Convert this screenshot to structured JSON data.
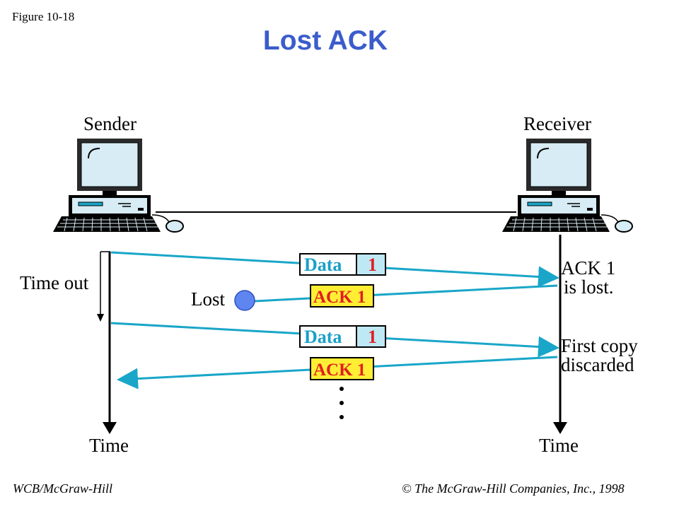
{
  "figure_label": "Figure 10-18",
  "title": "Lost ACK",
  "sender_label": "Sender",
  "receiver_label": "Receiver",
  "timeout_label": "Time out",
  "lost_label": "Lost",
  "time_sender": "Time",
  "time_receiver": "Time",
  "data_frame_1": {
    "label": "Data",
    "number": "1"
  },
  "ack_frame_1": {
    "label": "ACK 1"
  },
  "data_frame_2": {
    "label": "Data",
    "number": "1"
  },
  "ack_frame_2": {
    "label": "ACK 1"
  },
  "note_ack_lost": [
    "ACK 1",
    "is lost."
  ],
  "note_discard": [
    "First copy",
    "discarded"
  ],
  "footer_left": "WCB/McGraw-Hill",
  "footer_right": "© The McGraw-Hill Companies, Inc., 1998",
  "colors": {
    "title": "#3b5ccc",
    "arrow": "#19a6c8",
    "data_frame": "#bfe8f5",
    "data_text": "#1aa0c8",
    "number_text": "#e02020",
    "ack_frame": "#ffee33",
    "ack_text": "#e02020",
    "lost_dot": "#5f86f0",
    "computer": "#d7ecf5"
  }
}
